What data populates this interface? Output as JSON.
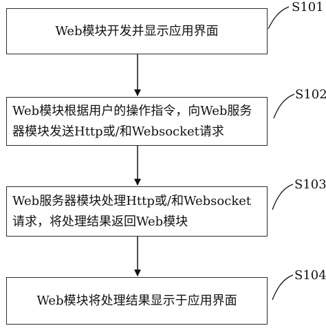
{
  "steps": [
    {
      "id": "S101",
      "text": "Web模块开发并显示应用界面"
    },
    {
      "id": "S102",
      "text": "Web模块根据用户的操作指令，向Web服务器模块发送Http或/和Websocket请求"
    },
    {
      "id": "S103",
      "text": "Web服务器模块处理Http或/和Websocket请求，将处理结果返回Web模块"
    },
    {
      "id": "S104",
      "text": "Web模块将处理结果显示于应用界面"
    }
  ]
}
